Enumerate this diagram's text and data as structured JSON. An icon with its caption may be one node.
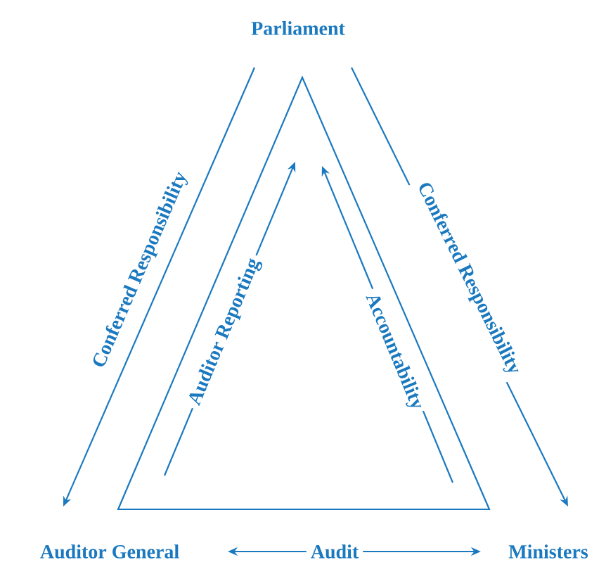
{
  "diagram": {
    "nodes": [
      {
        "text": [
          "Parliament"
        ]
      },
      {
        "text": [
          "Auditor General"
        ]
      },
      {
        "text": [
          "Ministers"
        ]
      }
    ],
    "edges": [
      {
        "from": 0,
        "to": 1,
        "arrow": "to",
        "label": "Conferred Responsibility"
      },
      {
        "from": 0,
        "to": 2,
        "arrow": "to",
        "label": "Conferred Responsibility"
      },
      {
        "from": 1,
        "to": null,
        "arrow": "to",
        "label": "Auditor Reporting"
      },
      {
        "from": 2,
        "to": null,
        "arrow": "to",
        "label": "Accountability"
      },
      {
        "from": 1,
        "to": 2,
        "arrow": "both",
        "label": "Audit"
      }
    ]
  }
}
